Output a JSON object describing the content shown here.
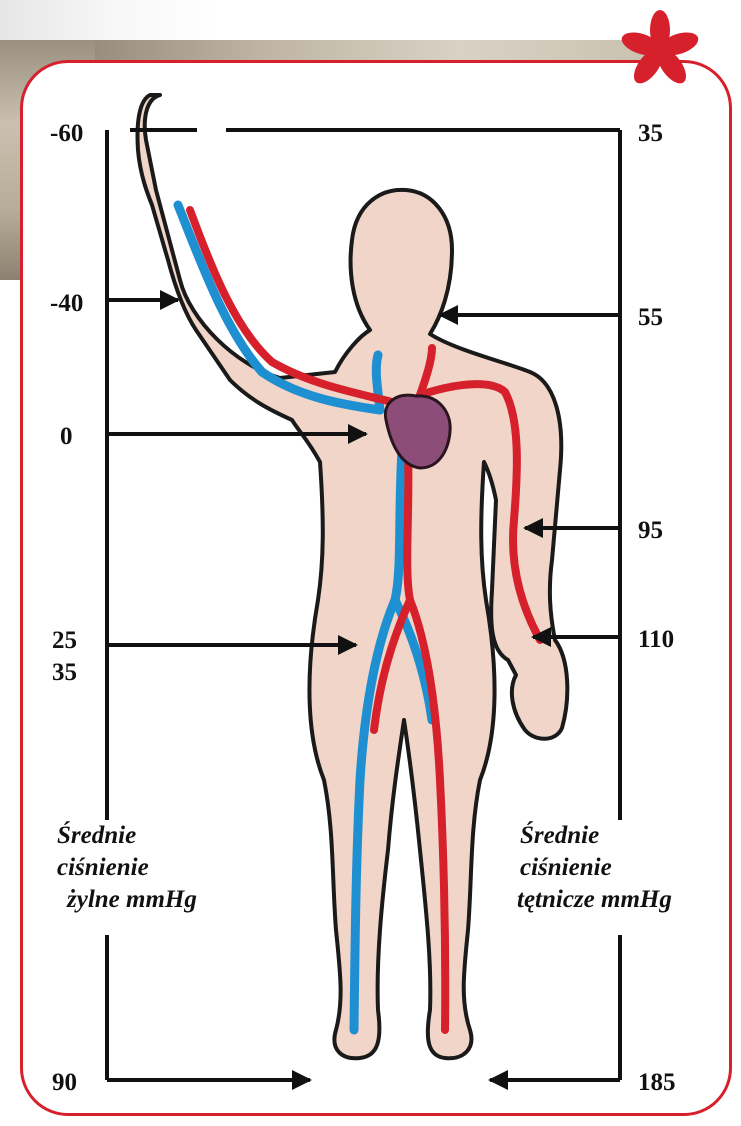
{
  "venous": {
    "caption_line1": "Średnie",
    "caption_line2": "ciśnienie",
    "caption_line3": "żylne mmHg",
    "values": [
      "-60",
      "-40",
      "0",
      "25",
      "35",
      "90"
    ]
  },
  "arterial": {
    "caption_line1": "Średnie",
    "caption_line2": "ciśnienie",
    "caption_line3": "tętnicze mmHg",
    "values": [
      "35",
      "55",
      "95",
      "110",
      "185"
    ]
  },
  "colors": {
    "frame_accent": "#d6212c",
    "artery": "#d6212c",
    "vein": "#1e8fd0",
    "skin": "#f0d5c8",
    "heart": "#8c4d78"
  },
  "icons": [
    "asterisk-logo-icon"
  ]
}
